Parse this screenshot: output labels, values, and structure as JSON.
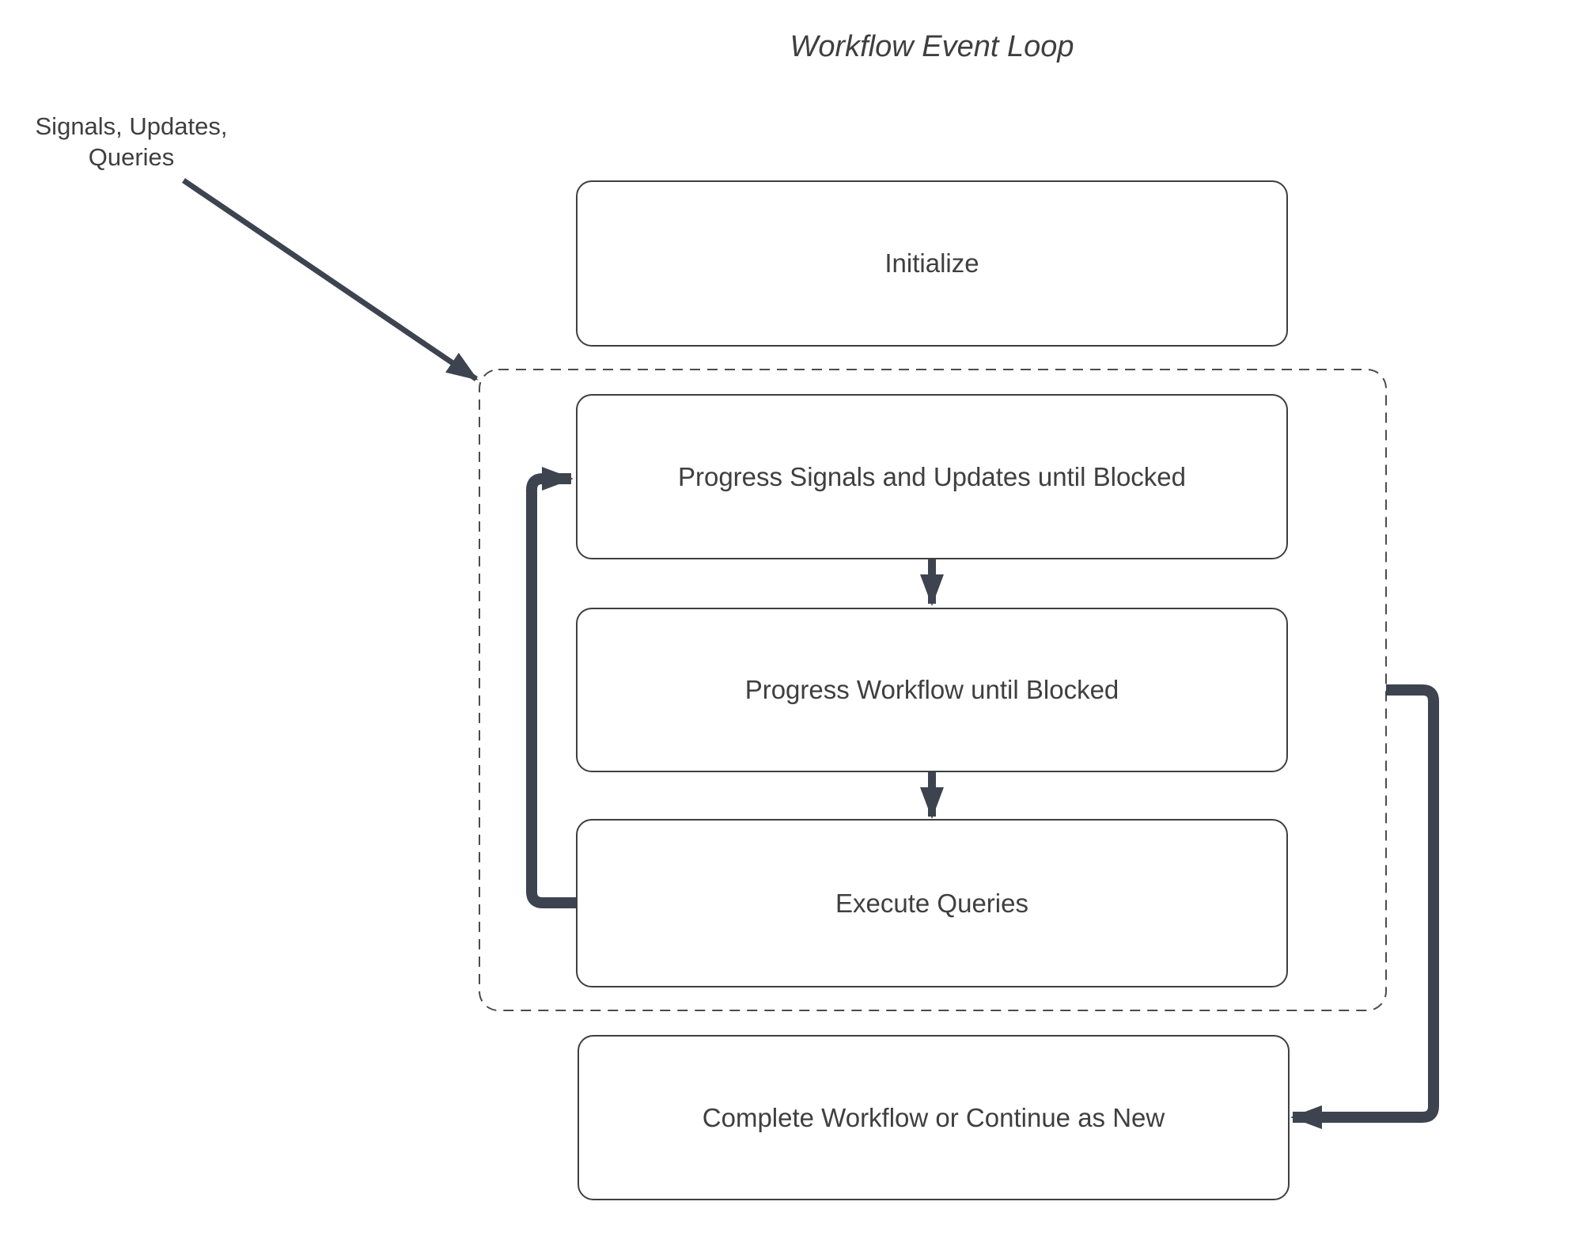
{
  "title": "Workflow Event Loop",
  "annotation": {
    "label": "Signals, Updates,\nQueries"
  },
  "nodes": {
    "initialize": {
      "label": "Initialize"
    },
    "progress_signals": {
      "label": "Progress Signals and Updates until Blocked"
    },
    "progress_workflow": {
      "label": "Progress Workflow until Blocked"
    },
    "execute_queries": {
      "label": "Execute Queries"
    },
    "complete_workflow": {
      "label": "Complete Workflow or Continue as New"
    }
  },
  "connectors": {
    "signals_into_loop": "arrow from Signals/Updates/Queries label into event-loop group",
    "progress_signals_to_workflow": "down arrow",
    "progress_workflow_to_queries": "down arrow",
    "queries_loop_back": "loop arrow from Execute Queries back to Progress Signals and Updates until Blocked",
    "loop_to_complete": "arrow from event-loop group to Complete Workflow or Continue as New"
  },
  "colors": {
    "arrow": "#3d4450",
    "border": "#3f3f3f",
    "dash": "#4b4b4b",
    "text": "#3f3f3f",
    "background": "#ffffff"
  }
}
